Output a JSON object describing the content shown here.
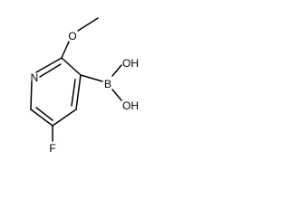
{
  "molecule": {
    "atoms": {
      "N": "N",
      "O_methoxy": "O",
      "B": "B",
      "OH_top": "OH",
      "OH_bottom": "OH",
      "F": "F"
    }
  }
}
